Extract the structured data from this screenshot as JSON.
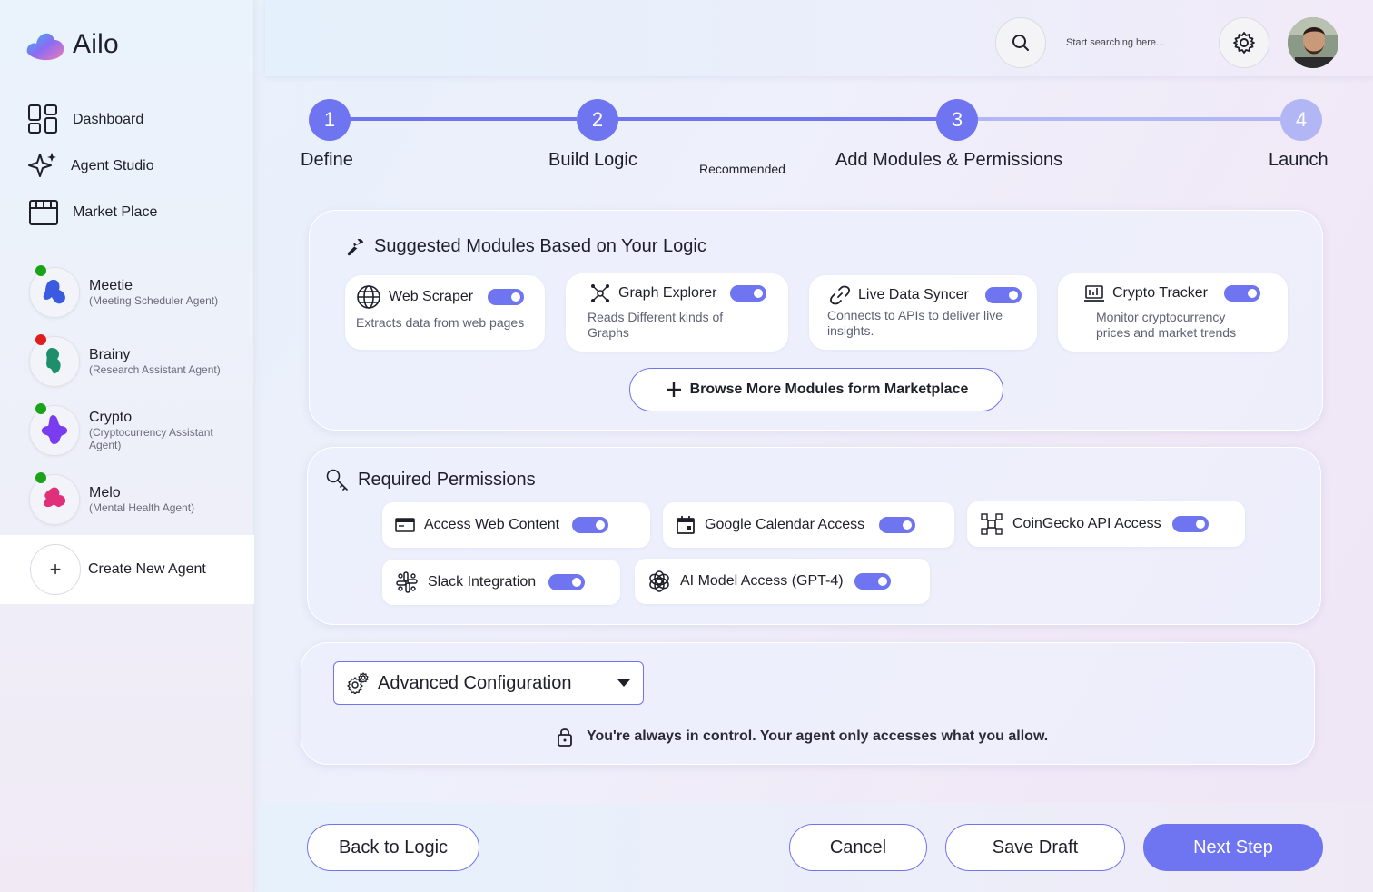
{
  "brand": {
    "name": "Ailo"
  },
  "sidebar": {
    "nav": [
      {
        "label": "Dashboard",
        "icon": "dashboard-grid-icon"
      },
      {
        "label": "Agent Studio",
        "icon": "sparkle-icon"
      },
      {
        "label": "Market Place",
        "icon": "storefront-icon"
      }
    ],
    "agents": [
      {
        "name": "Meetie",
        "sub": "(Meeting Scheduler Agent)",
        "status": "#1aa31a",
        "color": "#3a5be0"
      },
      {
        "name": "Brainy",
        "sub": "(Research Assistant Agent)",
        "status": "#e21b1b",
        "color": "#1e8f6a"
      },
      {
        "name": "Crypto",
        "sub": "(Cryptocurrency Assistant Agent)",
        "status": "#1aa31a",
        "color": "#7a3cf0"
      },
      {
        "name": "Melo",
        "sub": "(Mental Health Agent)",
        "status": "#1aa31a",
        "color": "#e0307a"
      }
    ],
    "create_label": "Create New Agent"
  },
  "topbar": {
    "search_placeholder": "Start searching here...",
    "icons": [
      "search-icon",
      "gear-icon"
    ]
  },
  "stepper": {
    "steps": [
      {
        "num": "1",
        "label": "Define"
      },
      {
        "num": "2",
        "label": "Build Logic"
      },
      {
        "num": "3",
        "label": "Add Modules & Permissions"
      },
      {
        "num": "4",
        "label": "Launch"
      }
    ],
    "recommended": "Recommended",
    "active_color": "#6f74f0",
    "inactive_color": "#b3b6f5"
  },
  "modules": {
    "title": "Suggested Modules Based on Your Logic",
    "items": [
      {
        "name": "Web Scraper",
        "desc": "Extracts data from web pages",
        "enabled": true
      },
      {
        "name": "Graph Explorer",
        "desc": "Reads Different kinds of Graphs",
        "enabled": true
      },
      {
        "name": "Live Data Syncer",
        "desc": "Connects to APIs to deliver live insights.",
        "enabled": true
      },
      {
        "name": "Crypto Tracker",
        "desc": "Monitor cryptocurrency prices and market trends",
        "enabled": true
      }
    ],
    "browse_label": "Browse More Modules form Marketplace"
  },
  "permissions": {
    "title": "Required Permissions",
    "items": [
      {
        "label": "Access Web Content",
        "enabled": true
      },
      {
        "label": "Google Calendar Access",
        "enabled": true
      },
      {
        "label": "CoinGecko API Access",
        "enabled": true
      },
      {
        "label": "Slack Integration",
        "enabled": true
      },
      {
        "label": "AI Model Access (GPT-4)",
        "enabled": true
      }
    ]
  },
  "advanced": {
    "label": "Advanced Configuration",
    "note": "You're always in control. Your agent only accesses what you allow."
  },
  "footer": {
    "back_label": "Back to Logic",
    "cancel_label": "Cancel",
    "save_label": "Save Draft",
    "next_label": "Next Step"
  }
}
